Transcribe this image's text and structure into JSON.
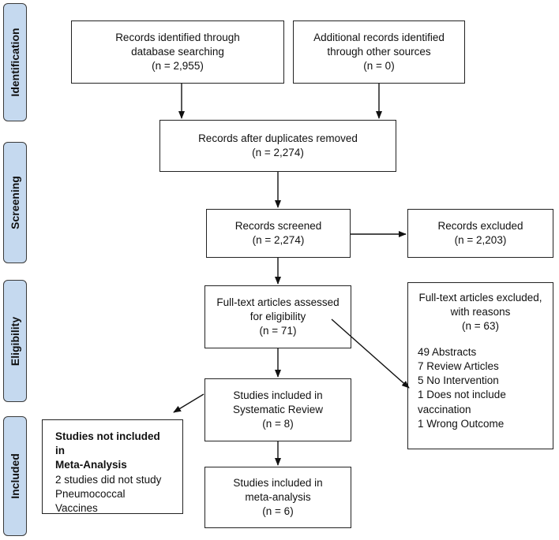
{
  "phases": {
    "identification": "Identification",
    "screening": "Screening",
    "eligibility": "Eligibility",
    "included": "Included"
  },
  "boxes": {
    "records_identified": {
      "line1": "Records identified through",
      "line2": "database searching",
      "line3": "(n = 2,955)"
    },
    "additional_records": {
      "line1": "Additional records identified",
      "line2": "through other sources",
      "line3": "(n = 0)"
    },
    "duplicates_removed": {
      "line1": "Records after duplicates removed",
      "line2": "(n = 2,274)"
    },
    "records_screened": {
      "line1": "Records screened",
      "line2": "(n = 2,274)"
    },
    "records_excluded": {
      "line1": "Records excluded",
      "line2": "(n = 2,203)"
    },
    "fulltext_assessed": {
      "line1": "Full-text articles assessed",
      "line2": "for eligibility",
      "line3": "(n = 71)"
    },
    "fulltext_excluded": {
      "line1": "Full-text articles excluded,",
      "line2": "with reasons",
      "line3": "(n = 63)",
      "reasons": [
        "49 Abstracts",
        "7 Review Articles",
        "5 No Intervention",
        "1 Does not include",
        "vaccination",
        "1 Wrong Outcome"
      ]
    },
    "systematic_review": {
      "line1": "Studies included in",
      "line2": "Systematic Review",
      "line3": "(n = 8)"
    },
    "not_meta": {
      "title1": "Studies not included in",
      "title2": "Meta-Analysis",
      "desc1": "2 studies did not study",
      "desc2": "Pneumococcal Vaccines"
    },
    "meta_analysis": {
      "line1": "Studies included in",
      "line2": "meta-analysis",
      "line3": "(n = 6)"
    }
  }
}
